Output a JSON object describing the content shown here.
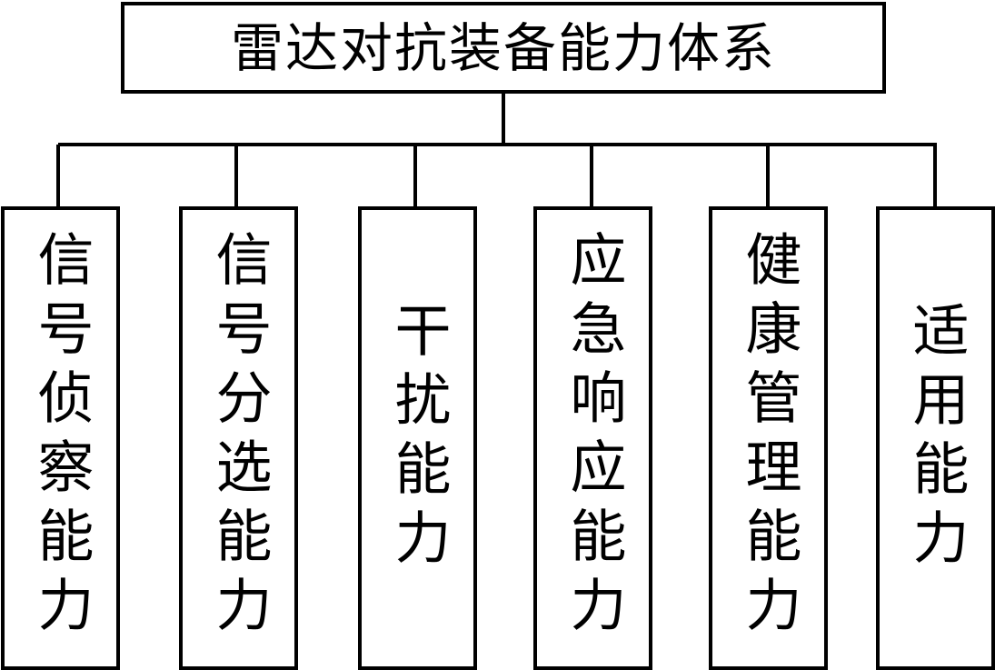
{
  "diagram": {
    "root": {
      "label": "雷达对抗装备能力体系"
    },
    "children": [
      {
        "label": "信号侦察能力"
      },
      {
        "label": "信号分选能力"
      },
      {
        "label": "干扰能力"
      },
      {
        "label": "应急响应能力"
      },
      {
        "label": "健康管理能力"
      },
      {
        "label": "适用能力"
      }
    ],
    "colors": {
      "line": "#000000",
      "background": "#ffffff"
    }
  }
}
